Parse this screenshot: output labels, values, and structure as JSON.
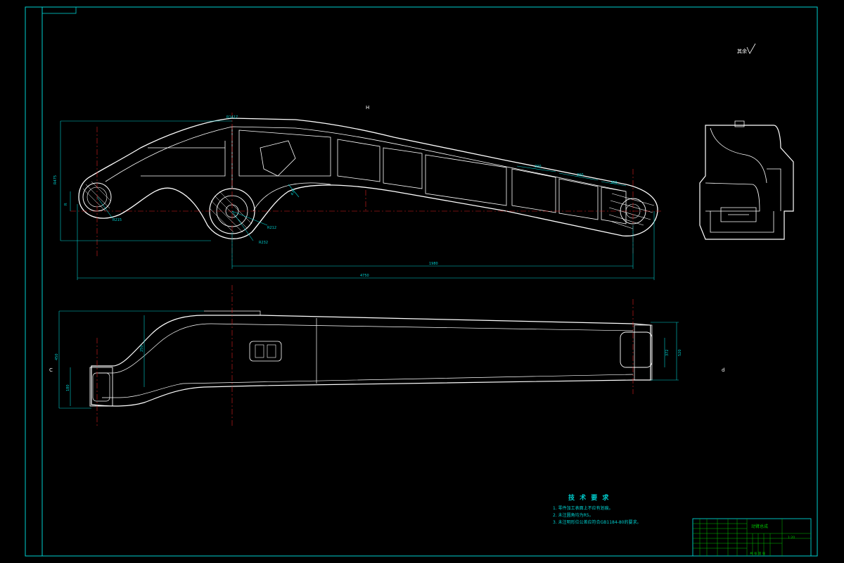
{
  "drawing": {
    "view_letter_top": "H",
    "view_letter_left": "C",
    "view_letter_right": "d",
    "roughness_symbol": "其余",
    "dimensions": {
      "overall_length": "4750",
      "center_distance": "1980",
      "height_left": "R475",
      "dim_radius_1": "R1417",
      "dim_radius_2": "R212",
      "dim_radius_3": "R232",
      "dim_radius_4": "R215",
      "dim_angle": "47°",
      "dim_seg_1": "300",
      "dim_seg_2": "300",
      "dim_seg_3": "300",
      "dim_left_1": "R",
      "dim_bottom_h1": "450",
      "dim_bottom_h2": "250",
      "dim_bottom_h3": "180",
      "dim_bottom_h4": "372",
      "dim_bottom_h5": "520"
    }
  },
  "technical_requirements": {
    "title": "技 术 要 求",
    "items": [
      "1. 零件加工表面上不应有划痕。",
      "2. 未注圆角均为R5。",
      "3. 未注明形位公差应符合GB1184-80的要求。"
    ]
  },
  "title_block": {
    "drawing_name": "动臂总成",
    "scale": "1:20",
    "sheet": "共 张 第 张"
  }
}
